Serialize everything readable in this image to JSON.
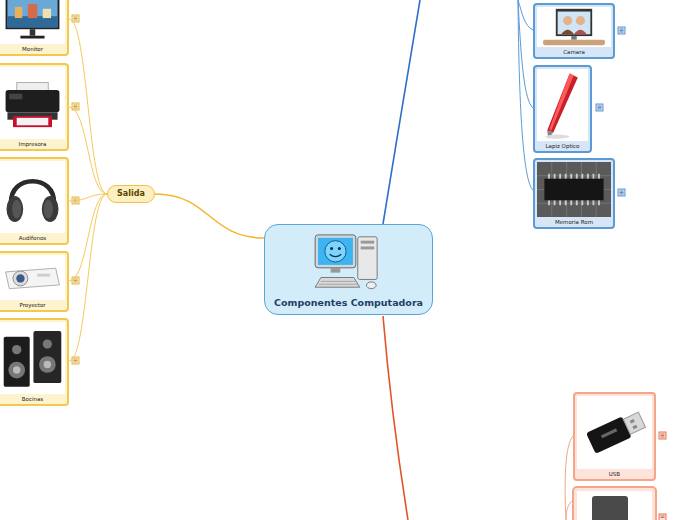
{
  "diagram": {
    "nodes": [
      {
        "text": [
          "Componentes Computadora"
        ]
      },
      {
        "text": [
          "Salida"
        ]
      },
      {
        "text": [
          "Monitor"
        ]
      },
      {
        "text": [
          "Impresora"
        ]
      },
      {
        "text": [
          "Audifonos"
        ]
      },
      {
        "text": [
          "Proyector"
        ]
      },
      {
        "text": [
          "Bocinas"
        ]
      },
      {
        "text": [
          "Camara"
        ]
      },
      {
        "text": [
          "Lapiz Optico"
        ]
      },
      {
        "text": [
          "Memoria Rom"
        ]
      },
      {
        "text": [
          "USB"
        ]
      }
    ],
    "edges": [
      {
        "from": 0,
        "to": 1,
        "arrow": "none"
      },
      {
        "from": 1,
        "to": 2,
        "arrow": "none"
      },
      {
        "from": 1,
        "to": 3,
        "arrow": "none"
      },
      {
        "from": 1,
        "to": 4,
        "arrow": "none"
      },
      {
        "from": 1,
        "to": 5,
        "arrow": "none"
      },
      {
        "from": 1,
        "to": 6,
        "arrow": "none"
      }
    ]
  }
}
